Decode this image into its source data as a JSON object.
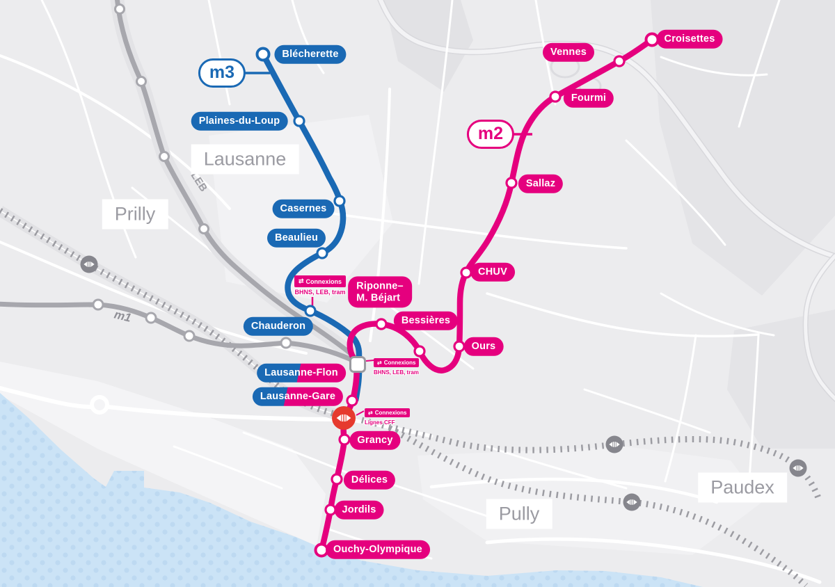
{
  "colors": {
    "m2_pink": "#e5007e",
    "m3_blue": "#1a69b4",
    "line_gray": "#a7a7ad",
    "water_blue": "#cbe3f6",
    "cff_red": "#e63a2e",
    "map_background": "#ececee"
  },
  "cities": {
    "lausanne": "Lausanne",
    "prilly": "Prilly",
    "pully": "Pully",
    "paudex": "Paudex"
  },
  "lines": {
    "m1": {
      "badge": "m1"
    },
    "leb": {
      "badge": "LEB"
    },
    "m3": {
      "badge": "m3",
      "stations": {
        "blecherette": "Blécherette",
        "plaines_du_loup": "Plaines-du-Loup",
        "casernes": "Casernes",
        "beaulieu": "Beaulieu",
        "chauderon": "Chauderon"
      }
    },
    "m2": {
      "badge": "m2",
      "stations": {
        "croisettes": "Croisettes",
        "vennes": "Vennes",
        "fourmi": "Fourmi",
        "sallaz": "Sallaz",
        "chuv": "CHUV",
        "ours": "Ours",
        "bessieres": "Bessières",
        "riponne_line1": "Riponne–",
        "riponne_line2": "M. Béjart",
        "grancy": "Grancy",
        "delices": "Délices",
        "jordils": "Jordils",
        "ouchy": "Ouchy-Olympique"
      }
    }
  },
  "shared_stations": {
    "flon": "Lausanne-Flon",
    "gare": "Lausanne-Gare"
  },
  "connexions": {
    "chauderon": {
      "label": "Connexions",
      "sublabel": "BHNS, LEB, tram",
      "icon": "⇄"
    },
    "flon": {
      "label": "Connexions",
      "sublabel": "BHNS, LEB, tram",
      "icon": "⇄"
    },
    "gare": {
      "label": "Connexions",
      "sublabel": "Lignes CFF",
      "icon": "⇄"
    }
  }
}
